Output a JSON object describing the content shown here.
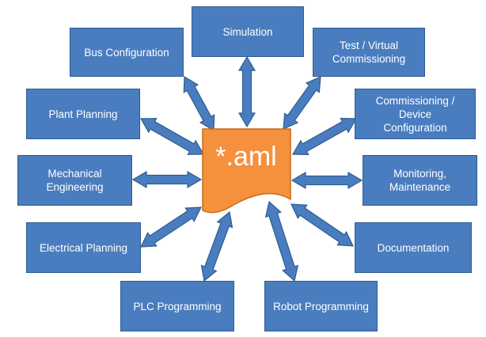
{
  "center": {
    "label": "*.aml",
    "fill": "#f5913d",
    "stroke": "#c96b1a"
  },
  "colors": {
    "box_fill": "#4a7dbf",
    "box_stroke": "#2e5c92",
    "arrow_fill": "#4a7dbf",
    "arrow_stroke": "#2e5c92",
    "text": "#ffffff"
  },
  "nodes": [
    {
      "id": "simulation",
      "label": "Simulation"
    },
    {
      "id": "bus-configuration",
      "label": "Bus Configuration"
    },
    {
      "id": "test-virtual-commissioning",
      "label": "Test / Virtual\nCommissioning"
    },
    {
      "id": "plant-planning",
      "label": "Plant Planning"
    },
    {
      "id": "commissioning-device-configuration",
      "label": "Commissioning /\nDevice\nConfiguration"
    },
    {
      "id": "mechanical-engineering",
      "label": "Mechanical\nEngineering"
    },
    {
      "id": "monitoring-maintenance",
      "label": "Monitoring,\nMaintenance"
    },
    {
      "id": "electrical-planning",
      "label": "Electrical Planning"
    },
    {
      "id": "documentation",
      "label": "Documentation"
    },
    {
      "id": "plc-programming",
      "label": "PLC Programming"
    },
    {
      "id": "robot-programming",
      "label": "Robot Programming"
    }
  ]
}
